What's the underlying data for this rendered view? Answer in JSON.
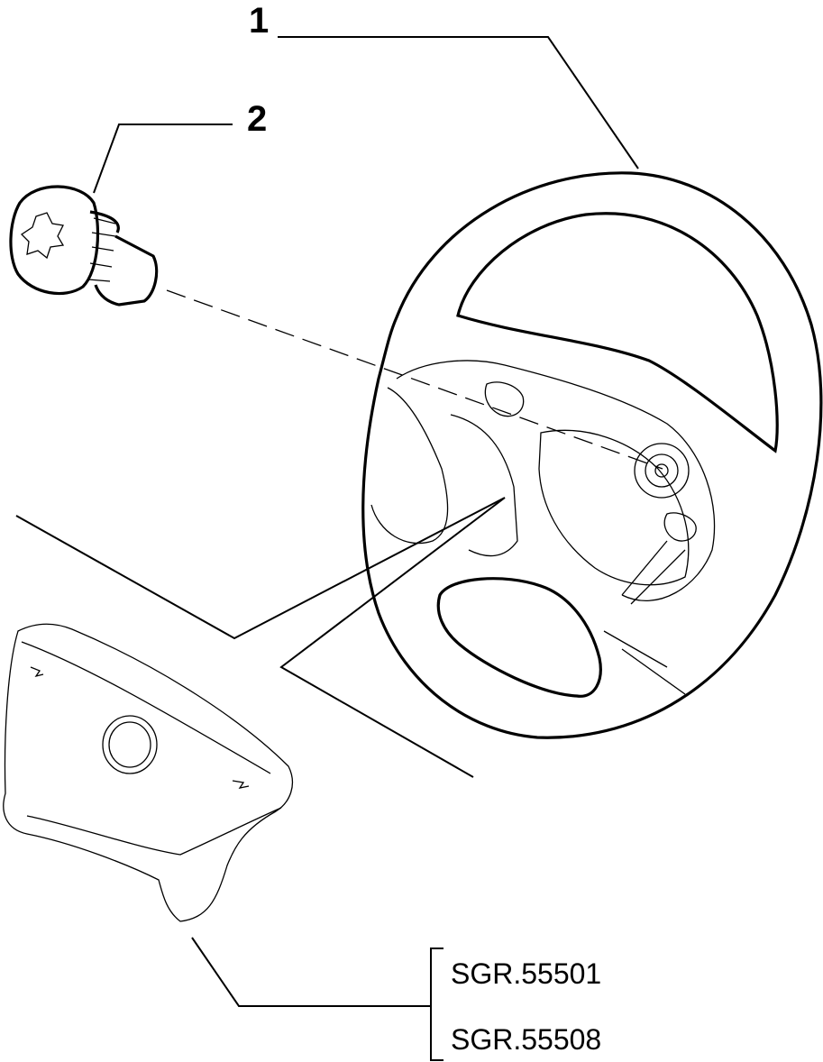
{
  "callouts": {
    "steering_wheel": "1",
    "screw": "2"
  },
  "reference_codes": [
    "SGR.55501",
    "SGR.55508"
  ]
}
